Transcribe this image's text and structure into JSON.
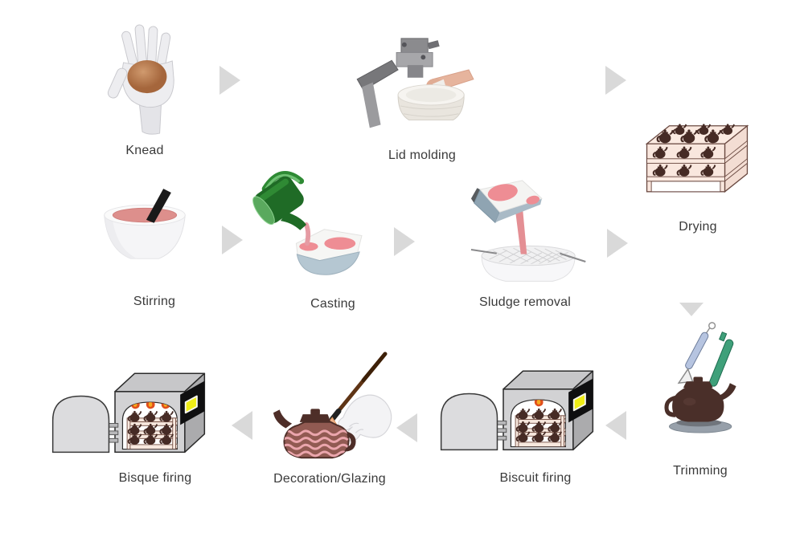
{
  "diagram": {
    "background": "#ffffff",
    "steps": {
      "knead": {
        "label": "Knead",
        "icon": "hand-with-clay-ball"
      },
      "lid_molding": {
        "label": "Lid molding",
        "icon": "jigger-machine-with-mold"
      },
      "drying": {
        "label": "Drying",
        "icon": "rack-of-teapots"
      },
      "stirring": {
        "label": "Stirring",
        "icon": "bowl-with-stirring-stick"
      },
      "casting": {
        "label": "Casting",
        "icon": "green-pitcher-pouring-slip-into-mold"
      },
      "sludge_removal": {
        "label": "Sludge removal",
        "icon": "mold-draining-slip-into-tub"
      },
      "trimming": {
        "label": "Trimming",
        "icon": "teapot-with-trimming-tools"
      },
      "biscuit_firing": {
        "label": "Biscuit firing",
        "icon": "kiln-one-flame"
      },
      "decoration_glazing": {
        "label": "Decoration/Glazing",
        "icon": "gloved-hand-painting-teapot"
      },
      "bisque_firing": {
        "label": "Bisque firing",
        "icon": "kiln-three-flames"
      }
    },
    "arrows": [
      {
        "id": "arrow-1",
        "direction": "right"
      },
      {
        "id": "arrow-2",
        "direction": "right"
      },
      {
        "id": "arrow-3",
        "direction": "right"
      },
      {
        "id": "arrow-4",
        "direction": "right"
      },
      {
        "id": "arrow-5",
        "direction": "right"
      },
      {
        "id": "arrow-6",
        "direction": "down"
      },
      {
        "id": "arrow-7",
        "direction": "left"
      },
      {
        "id": "arrow-8",
        "direction": "left"
      },
      {
        "id": "arrow-9",
        "direction": "left"
      }
    ],
    "palette": {
      "label-text": "#3a3a3a",
      "arrow-gray": "#d9d9d9",
      "teapot-brown": "#462b25",
      "rack-cream": "#f9e7de",
      "rack-outline": "#6b4a42",
      "slip-pink": "#ee8d94",
      "pitcher-green": "#1f6b26",
      "kiln-gray": "#d2d2d4",
      "kiln-panel-black": "#0f0f10",
      "kiln-button-yellow": "#efed16",
      "flame-orange": "#e04f1d",
      "saucer-gray": "#97a0aa",
      "tool-blue": "#b6c4e0",
      "tool-green": "#3fa07a"
    }
  }
}
